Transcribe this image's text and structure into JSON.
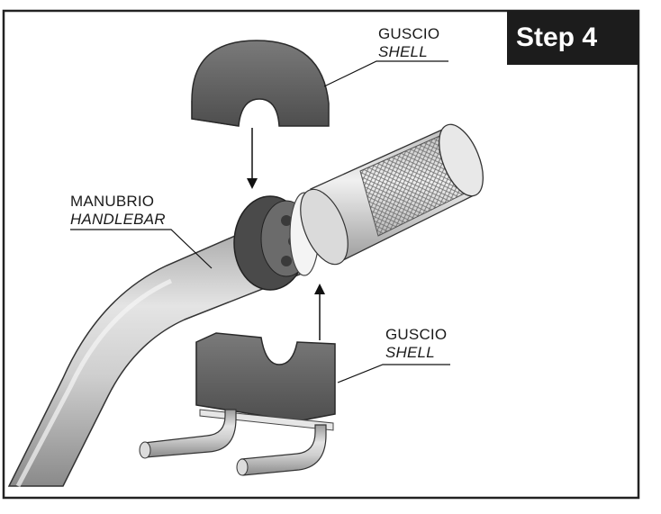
{
  "step_badge": "Step 4",
  "labels": {
    "shell_top": {
      "it": "GUSCIO",
      "en": "SHELL"
    },
    "handlebar": {
      "it": "MANUBRIO",
      "en": "HANDLEBAR"
    },
    "shell_bottom": {
      "it": "GUSCIO",
      "en": "SHELL"
    }
  },
  "colors": {
    "shell": "#5e5e5e",
    "bar": "#c9c9c9",
    "grip": "#d6d6d6",
    "frame": "#222222",
    "badge_bg": "#1c1c1c"
  }
}
